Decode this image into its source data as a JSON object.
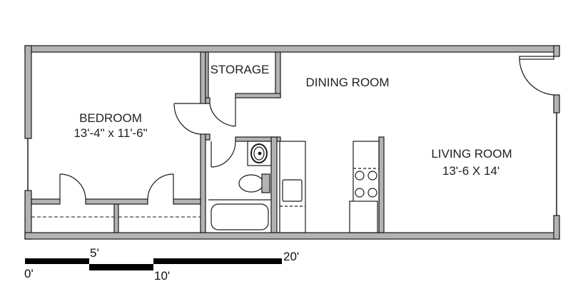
{
  "floor_plan": {
    "rooms": [
      {
        "id": "bedroom",
        "name": "BEDROOM",
        "dimensions": "13'-4\" x 11'-6\""
      },
      {
        "id": "storage",
        "name": "STORAGE"
      },
      {
        "id": "dining",
        "name": "DINING ROOM"
      },
      {
        "id": "living",
        "name": "LIVING ROOM",
        "dimensions": "13'-6 X 14'"
      }
    ],
    "fixtures": [
      "sink",
      "toilet",
      "bathtub",
      "refrigerator",
      "stove",
      "kitchen-counter",
      "closets"
    ]
  },
  "scale_bar": {
    "labels": [
      "0'",
      "5'",
      "10'",
      "20'"
    ]
  },
  "colors": {
    "wall_fill": "#b3b3b3",
    "wall_outline": "#1a1a1a",
    "background": "#ffffff"
  }
}
